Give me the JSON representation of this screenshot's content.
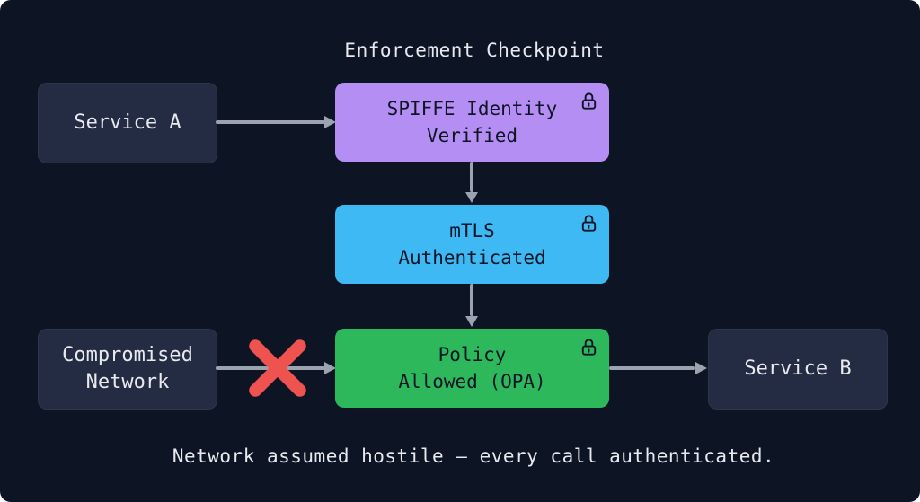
{
  "title": "Enforcement Checkpoint",
  "caption": "Network assumed hostile — every call authenticated.",
  "colors": {
    "background": "#0d1424",
    "node_dark": "#232c42",
    "node_purple": "#b48ef2",
    "node_blue": "#3fb9f4",
    "node_green": "#2eb85c",
    "arrow": "#9ca3af",
    "cross_red": "#ef5350",
    "text_light": "#e8eaf0",
    "text_dark": "#0d1526"
  },
  "nodes": {
    "service_a": {
      "label": "Service A"
    },
    "spiffe_identity": {
      "line1": "SPIFFE Identity",
      "line2": "Verified",
      "icon": "lock-icon"
    },
    "mtls": {
      "line1": "mTLS",
      "line2": "Authenticated",
      "icon": "lock-icon"
    },
    "policy": {
      "line1": "Policy",
      "line2": "Allowed (OPA)",
      "icon": "lock-icon"
    },
    "compromised_network": {
      "line1": "Compromised",
      "line2": "Network"
    },
    "service_b": {
      "label": "Service B"
    }
  }
}
